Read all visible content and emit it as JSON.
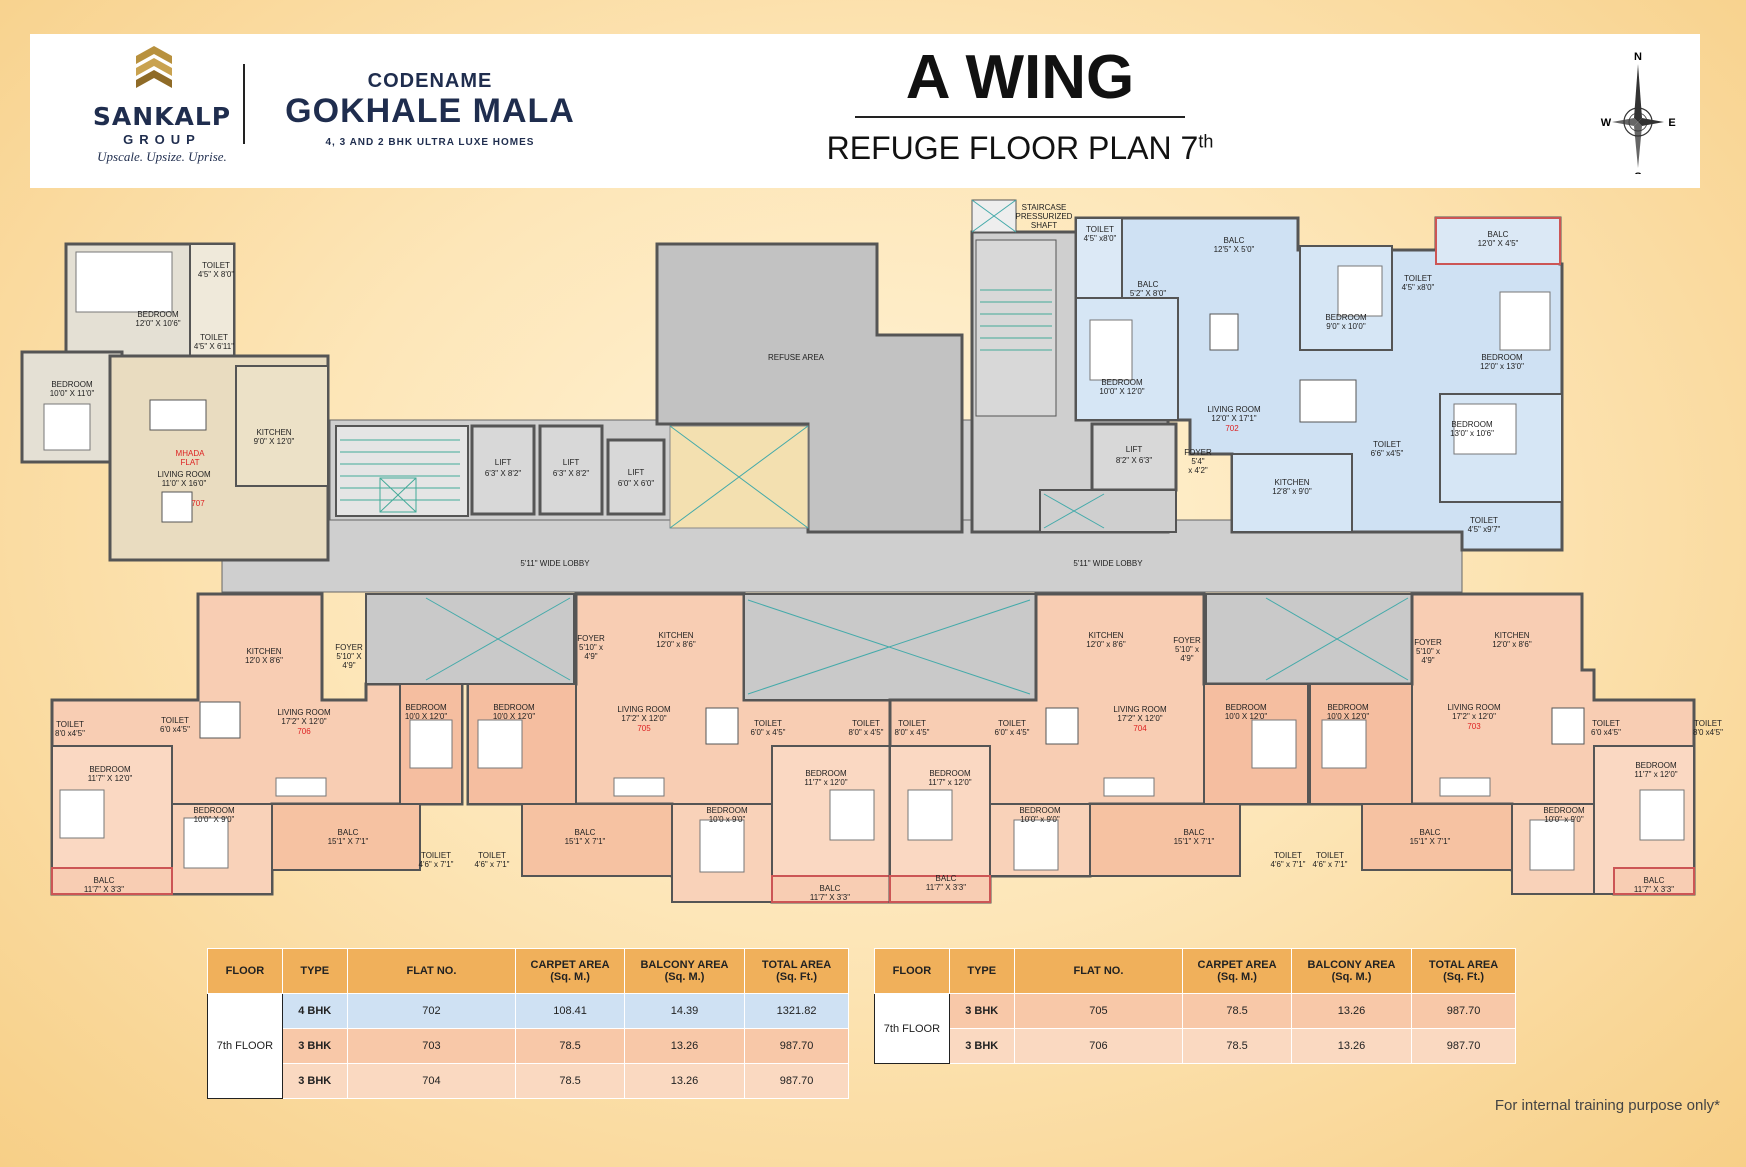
{
  "header": {
    "brand_name": "SANKALP",
    "brand_group": "GROUP",
    "tagline": "Upscale. Upsize. Uprise.",
    "codename": "CODENAME",
    "project_name": "GOKHALE MALA",
    "project_sub": "4, 3 AND 2 BHK ULTRA LUXE HOMES",
    "wing": "A WING",
    "plan_title": "REFUGE FLOOR PLAN 7",
    "plan_title_sup": "th"
  },
  "compass": {
    "n": "N",
    "e": "E",
    "s": "S",
    "w": "W"
  },
  "plan": {
    "refuse_area": "REFUSE AREA",
    "staircase_shaft": [
      "STAIRCASE",
      "PRESSURIZED",
      "SHAFT"
    ],
    "lobby_left": "5'11\" WIDE LOBBY",
    "lobby_right": "5'11\" WIDE LOBBY",
    "lift1": [
      "LIFT",
      "6'3\" X 8'2\""
    ],
    "lift2": [
      "LIFT",
      "6'3\" X 8'2\""
    ],
    "lift3": [
      "LIFT",
      "6'0\" X 6'0\""
    ],
    "lift4": [
      "LIFT",
      "8'2\" X 6'3\""
    ],
    "flat707": {
      "toilet1": [
        "TOILET",
        "4'5\" X 8'0\""
      ],
      "bedroom1": [
        "BEDROOM",
        "12'0\" X 10'6\""
      ],
      "toilet2": [
        "TOILET",
        "4'5\" X 6'11\""
      ],
      "bedroom2": [
        "BEDROOM",
        "10'0\" X 11'0\""
      ],
      "kitchen": [
        "KITCHEN",
        "9'0\" X 12'0\""
      ],
      "mhada": [
        "MHADA",
        "FLAT"
      ],
      "living": [
        "LIVING ROOM",
        "11'0\" X 16'0\""
      ],
      "number": "707"
    },
    "flat702": {
      "toilet1": [
        "TOILET",
        "4'5\" x8'0\""
      ],
      "balc1": [
        "BALC",
        "12'5\" X 5'0\""
      ],
      "balc2": [
        "BALC",
        "5'2\" X 8'0\""
      ],
      "bedroom1": [
        "BEDROOM",
        "10'0\" X 12'0\""
      ],
      "living": [
        "LIVING ROOM",
        "12'0\" X 17'1\""
      ],
      "number": "702",
      "foyer": [
        "FOYER",
        "5'4\"",
        "x 4'2\""
      ],
      "kitchen": [
        "KITCHEN",
        "12'8\" x 9'0\""
      ],
      "bedroom2": [
        "BEDROOM",
        "9'0\" x 10'0\""
      ],
      "toilet2": [
        "TOILET",
        "4'5\" x8'0\""
      ],
      "balc3": [
        "BALC",
        "12'0\" X 4'5\""
      ],
      "bedroom3": [
        "BEDROOM",
        "12'0\" x 13'0\""
      ],
      "bedroom4": [
        "BEDROOM",
        "13'0\" x 10'6\""
      ],
      "toilet3": [
        "TOILET",
        "6'6\" x4'5\""
      ],
      "toilet4": [
        "TOILET",
        "4'5\" x9'7\""
      ]
    },
    "flat706": {
      "kitchen": [
        "KITCHEN",
        "12'0 X 8'6\""
      ],
      "foyer": [
        "FOYER",
        "5'10\" X",
        "4'9\""
      ],
      "toilet1": [
        "TOILET",
        "8'0 x4'5\""
      ],
      "toilet2": [
        "TOILET",
        "6'0 x4'5\""
      ],
      "living": [
        "LIVING ROOM",
        "17'2\" X 12'0\""
      ],
      "number": "706",
      "bedroom1": [
        "BEDROOM",
        "11'7\" X 12'0\""
      ],
      "bedroom2": [
        "BEDROOM",
        "10'0 X 12'0\""
      ],
      "bedroom3": [
        "BEDROOM",
        "10'0\" X 9'0\""
      ],
      "balc1": [
        "BALC",
        "15'1\" X 7'1\""
      ],
      "balc2": [
        "BALC",
        "11'7\" X 3'3\""
      ],
      "toilet3": [
        "TOILIET",
        "4'6\" x 7'1\""
      ]
    },
    "flat705": {
      "foyer": [
        "FOYER",
        "5'10\" x",
        "4'9\""
      ],
      "kitchen": [
        "KITCHEN",
        "12'0\" x 8'6\""
      ],
      "bedroom1": [
        "BEDROOM",
        "10'0 X 12'0\""
      ],
      "living": [
        "LIVING ROOM",
        "17'2\" X 12'0\""
      ],
      "number": "705",
      "toilet1": [
        "TOILET",
        "6'0\" x 4'5\""
      ],
      "toilet2": [
        "TOILET",
        "8'0\" x 4'5\""
      ],
      "bedroom2": [
        "BEDROOM",
        "11'7\" x 12'0\""
      ],
      "bedroom3": [
        "BEDROOM",
        "10'0 x 9'0\""
      ],
      "toilet3": [
        "TOILET",
        "4'6\" x 7'1\""
      ],
      "balc1": [
        "BALC",
        "15'1\" X 7'1\""
      ],
      "balc2": [
        "BALC",
        "11'7\" X 3'3\""
      ]
    },
    "flat704": {
      "toilet1": [
        "TOILET",
        "8'0\" x 4'5\""
      ],
      "toilet2": [
        "TOILET",
        "6'0\" x 4'5\""
      ],
      "bedroom1": [
        "BEDROOM",
        "11'7\" x 12'0\""
      ],
      "kitchen": [
        "KITCHEN",
        "12'0\" x 8'6\""
      ],
      "foyer": [
        "FOYER",
        "5'10\" x",
        "4'9\""
      ],
      "living": [
        "LIVING ROOM",
        "17'2\" X 12'0\""
      ],
      "number": "704",
      "bedroom2": [
        "BEDROOM",
        "10'0\" x 9'0\""
      ],
      "balc1": [
        "BALC",
        "15'1\" X 7'1\""
      ],
      "balc2": [
        "BALC",
        "11'7\" X 3'3\""
      ],
      "bedroom3": [
        "BEDROOM",
        "10'0 X 12'0\""
      ]
    },
    "flat703": {
      "bedroom1": [
        "BEDROOM",
        "10'0 X 12'0\""
      ],
      "toilet1": [
        "TOILET",
        "4'6\" x 7'1\""
      ],
      "toilet2": [
        "TOILET",
        "4'6\" x 7'1\""
      ],
      "foyer": [
        "FOYER",
        "5'10\" x",
        "4'9\""
      ],
      "kitchen": [
        "KITCHEN",
        "12'0\" x 8'6\""
      ],
      "living": [
        "LIVING ROOM",
        "17'2\" x 12'0\""
      ],
      "number": "703",
      "toilet3": [
        "TOILET",
        "6'0 x4'5\""
      ],
      "toilet4": [
        "TOILET",
        "8'0 x4'5\""
      ],
      "bedroom2": [
        "BEDROOM",
        "11'7\" x 12'0\""
      ],
      "bedroom3": [
        "BEDROOM",
        "10'0\" x 9'0\""
      ],
      "balc1": [
        "BALC",
        "15'1\" X 7'1\""
      ],
      "balc2": [
        "BALC",
        "11'7\" X 3'3\""
      ]
    }
  },
  "table_left": {
    "headers": [
      "FLOOR",
      "TYPE",
      "FLAT NO.",
      "CARPET AREA\n(Sq. M.)",
      "BALCONY AREA\n(Sq. M.)",
      "TOTAL  AREA\n(Sq. Ft.)"
    ],
    "floor": "7th FLOOR",
    "rows": [
      [
        "4 BHK",
        "702",
        "108.41",
        "14.39",
        "1321.82"
      ],
      [
        "3 BHK",
        "703",
        "78.5",
        "13.26",
        "987.70"
      ],
      [
        "3 BHK",
        "704",
        "78.5",
        "13.26",
        "987.70"
      ]
    ]
  },
  "table_right": {
    "headers": [
      "FLOOR",
      "TYPE",
      "FLAT NO.",
      "CARPET AREA\n(Sq. M.)",
      "BALCONY AREA\n(Sq. M.)",
      "TOTAL  AREA\n(Sq. Ft.)"
    ],
    "floor": "7th FLOOR",
    "rows": [
      [
        "3 BHK",
        "705",
        "78.5",
        "13.26",
        "987.70"
      ],
      [
        "3 BHK",
        "706",
        "78.5",
        "13.26",
        "987.70"
      ]
    ]
  },
  "footer_note": "For internal training purpose only*",
  "colors": {
    "blue_flat": "#cfe1f3",
    "pink_flat": "#f8cdb3",
    "mhada_flat": "#e9dcc0",
    "lobby": "#cfcfcf",
    "wall": "#555555",
    "header_orange": "#f0b05b"
  }
}
